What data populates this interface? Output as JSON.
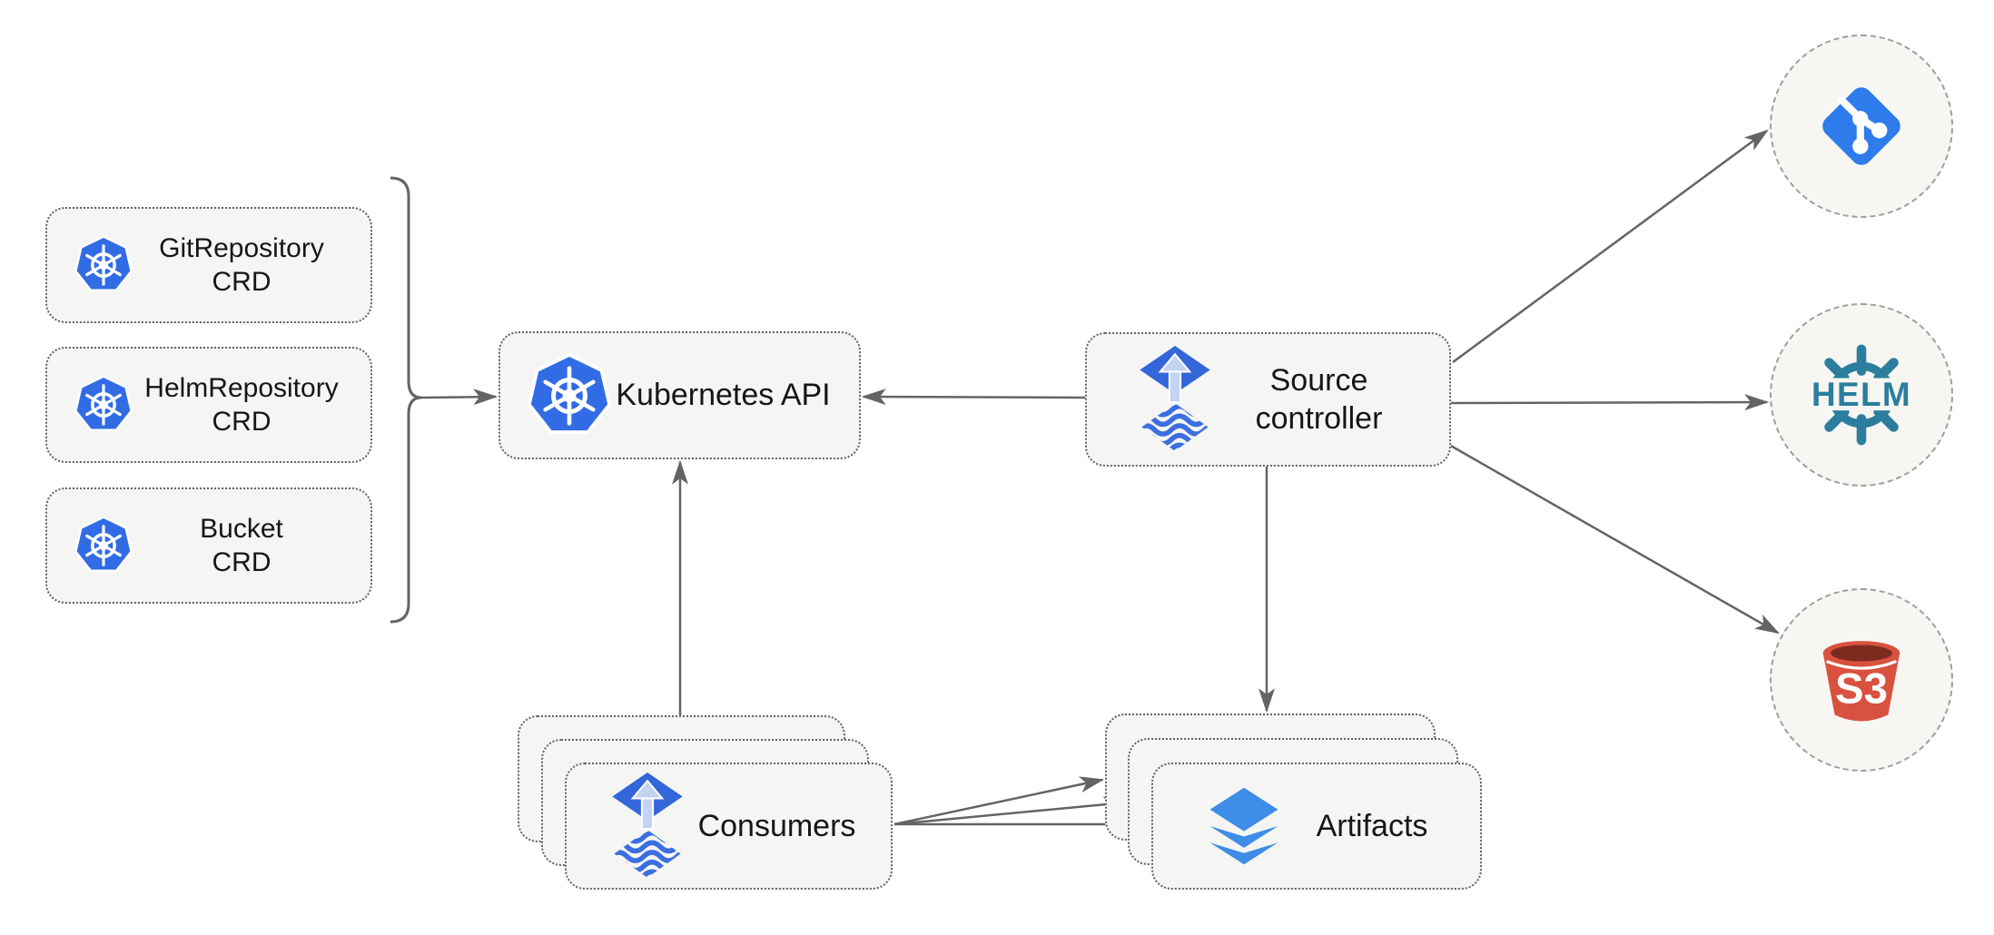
{
  "diagram_title": "Flux source-controller architecture diagram",
  "colors": {
    "background": "#ffffff",
    "node_fill": "#f5f5f4",
    "node_border": "#636363",
    "circle_fill": "#f7f6f3",
    "circle_border": "#9e9e9e",
    "connector": "#646464",
    "kubernetes_blue": "#326ce5",
    "flux_blue": "#3266d9",
    "flux_light_blue": "#c3d3f2",
    "flux_wave_blue": "#3b6fe0",
    "layers_blue": "#3e8de8",
    "git_blue": "#2e7ceb",
    "helm_teal": "#2b7e9d",
    "s3_red": "#d9513f",
    "s3_dark_red": "#7c2b1e",
    "text": "#161616"
  },
  "crd_group": {
    "boxes": [
      {
        "id": "git-repository-crd",
        "icon": "kubernetes-icon",
        "label": "GitRepository\nCRD"
      },
      {
        "id": "helm-repository-crd",
        "icon": "kubernetes-icon",
        "label": "HelmRepository\nCRD"
      },
      {
        "id": "bucket-crd",
        "icon": "kubernetes-icon",
        "label": "Bucket\nCRD"
      }
    ]
  },
  "nodes": {
    "kubernetes_api": {
      "label": "Kubernetes API",
      "icon": "kubernetes-icon"
    },
    "source_controller": {
      "label": "Source\ncontroller",
      "icon": "flux-icon"
    },
    "consumers": {
      "label": "Consumers",
      "icon": "flux-icon",
      "stacked_count": 3
    },
    "artifacts": {
      "label": "Artifacts",
      "icon": "layers-icon",
      "stacked_count": 3
    }
  },
  "externals": {
    "git": {
      "icon": "git-icon",
      "label": ""
    },
    "helm": {
      "icon": "helm-icon",
      "label": "HELM"
    },
    "s3": {
      "icon": "s3-bucket-icon",
      "label": "S3"
    }
  },
  "edges": [
    {
      "from": "crd-group-bracket",
      "to": "kubernetes-api",
      "arrow": true
    },
    {
      "from": "source-controller",
      "to": "kubernetes-api",
      "arrow": true
    },
    {
      "from": "consumers",
      "to": "kubernetes-api",
      "arrow": true
    },
    {
      "from": "source-controller",
      "to": "artifacts",
      "arrow": true
    },
    {
      "from": "source-controller",
      "to": "git",
      "arrow": true
    },
    {
      "from": "source-controller",
      "to": "helm",
      "arrow": true
    },
    {
      "from": "source-controller",
      "to": "s3",
      "arrow": true
    },
    {
      "from": "consumers",
      "to": "artifacts",
      "arrow": true,
      "count": 3
    }
  ]
}
